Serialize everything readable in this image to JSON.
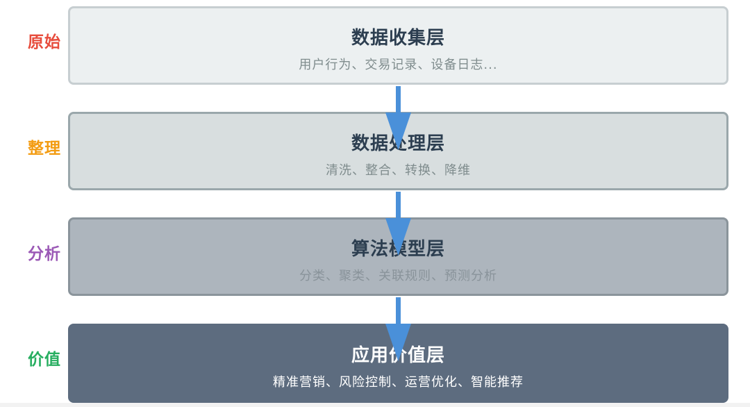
{
  "side_labels": [
    {
      "text": "原始",
      "color": "#e74c3c"
    },
    {
      "text": "整理",
      "color": "#f39c12"
    },
    {
      "text": "分析",
      "color": "#9b59b6"
    },
    {
      "text": "价值",
      "color": "#27ae60"
    }
  ],
  "layers": [
    {
      "title": "数据收集层",
      "desc": "用户行为、交易记录、设备日志..."
    },
    {
      "title": "数据处理层",
      "desc": "清洗、整合、转换、降维"
    },
    {
      "title": "算法模型层",
      "desc": "分类、聚类、关联规则、预测分析"
    },
    {
      "title": "应用价值层",
      "desc": "精准营销、风险控制、运营优化、智能推荐"
    }
  ],
  "arrow_color": "#4a90d9"
}
